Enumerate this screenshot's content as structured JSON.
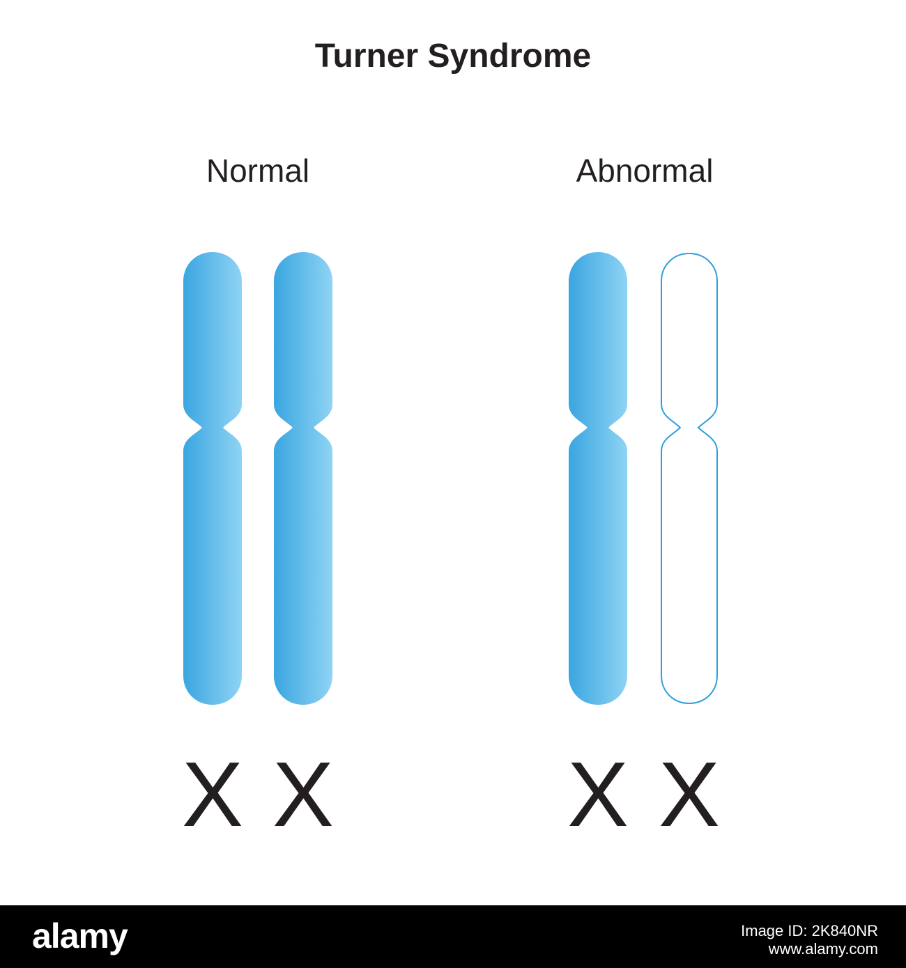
{
  "title": "Turner Syndrome",
  "panels": [
    {
      "label": "Normal",
      "chromosomes": [
        {
          "letter": "X",
          "style": "filled"
        },
        {
          "letter": "X",
          "style": "filled"
        }
      ]
    },
    {
      "label": "Abnormal",
      "chromosomes": [
        {
          "letter": "X",
          "style": "filled"
        },
        {
          "letter": "X",
          "style": "outline"
        }
      ]
    }
  ],
  "colors": {
    "chromosome_dark": "#3aa6e0",
    "chromosome_light": "#8fd3f4",
    "outline": "#2f9fdc",
    "text": "#231f20",
    "footer_bg": "#000000"
  },
  "footer": {
    "logo": "alamy",
    "image_id": "Image ID: 2K840NR",
    "url": "www.alamy.com"
  }
}
